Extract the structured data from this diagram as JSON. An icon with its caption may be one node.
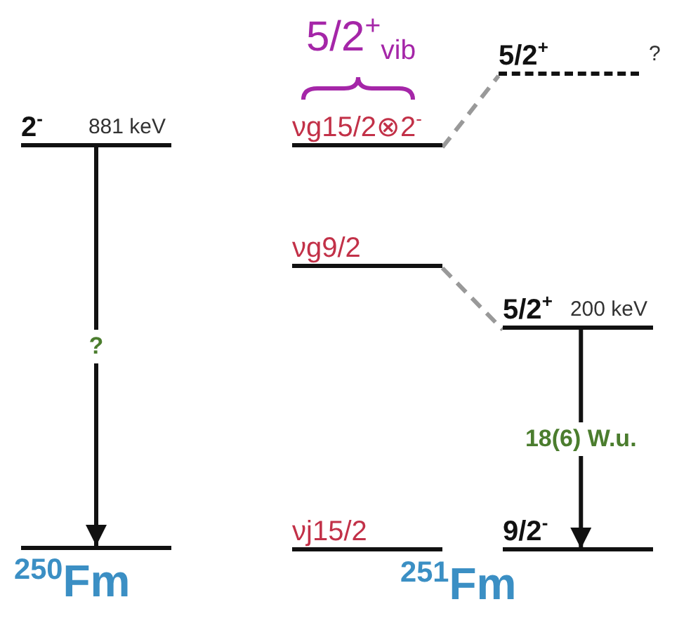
{
  "diagram": {
    "nodes": [
      {
        "text": [
          "2$^{-}$",
          "881 keV"
        ]
      },
      {
        "text": [],
        "shape": "bar"
      },
      {
        "text": [
          "νg15/2⊗2$^{-}$"
        ]
      },
      {
        "text": [
          "5/2$^{+}$"
        ],
        "beside": [
          "?"
        ]
      },
      {
        "text": [
          "νg9/2"
        ]
      },
      {
        "text": [
          "5/2$^{+}$",
          "200 keV"
        ]
      },
      {
        "text": [
          "νj15/2"
        ]
      },
      {
        "text": [
          "9/2$^{-}$"
        ]
      }
    ],
    "edges": [
      {
        "from": 0,
        "to": 1,
        "arrow": "to",
        "label": "?"
      },
      {
        "from": 2,
        "to": 3,
        "arrow": "none",
        "style": "dashed",
        "color": "#999999"
      },
      {
        "from": 4,
        "to": 5,
        "arrow": "none",
        "style": "dashed",
        "color": "#999999"
      },
      {
        "from": 5,
        "to": 7,
        "arrow": "to",
        "label": "18(6) W.u."
      }
    ],
    "labels": [
      "5/2$^{+}$$_{vib}$",
      "$^{250}$Fm",
      "$^{251}$Fm"
    ]
  }
}
